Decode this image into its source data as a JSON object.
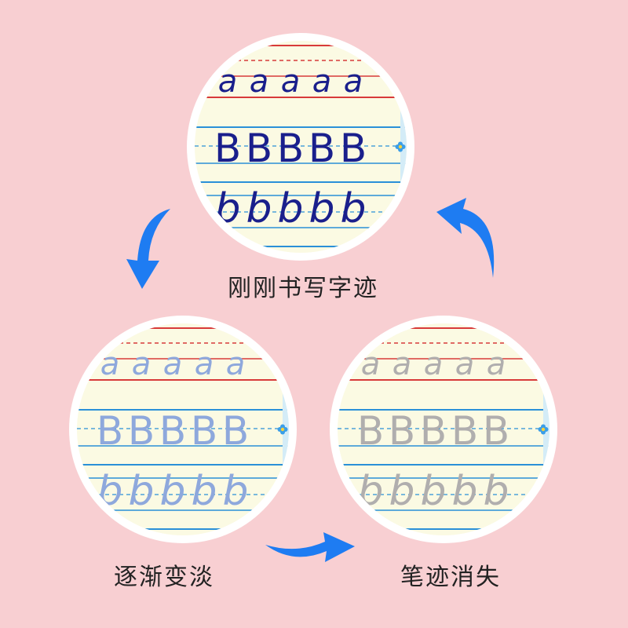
{
  "background_color": "#f8cfd2",
  "captions": {
    "top": "刚刚书写字迹",
    "bottom_left": "逐渐变淡",
    "bottom_right": "笔迹消失"
  },
  "practice_letters": {
    "row1": [
      "a",
      "a",
      "a",
      "a",
      "a"
    ],
    "row2": [
      "B",
      "B",
      "B",
      "B",
      "B"
    ],
    "row3": [
      "b",
      "b",
      "b",
      "b",
      "b"
    ]
  },
  "ink_colors": {
    "fresh": "#1a1f8c",
    "fading": "#8ea8dc",
    "vanished": "#b0aeae"
  },
  "arrow_color": "#1e7cf2",
  "icons": {
    "arrow_1": "curved-arrow-down-left",
    "arrow_2": "curved-arrow-right",
    "arrow_3": "curved-arrow-up",
    "flower": "blue-flower-icon"
  }
}
